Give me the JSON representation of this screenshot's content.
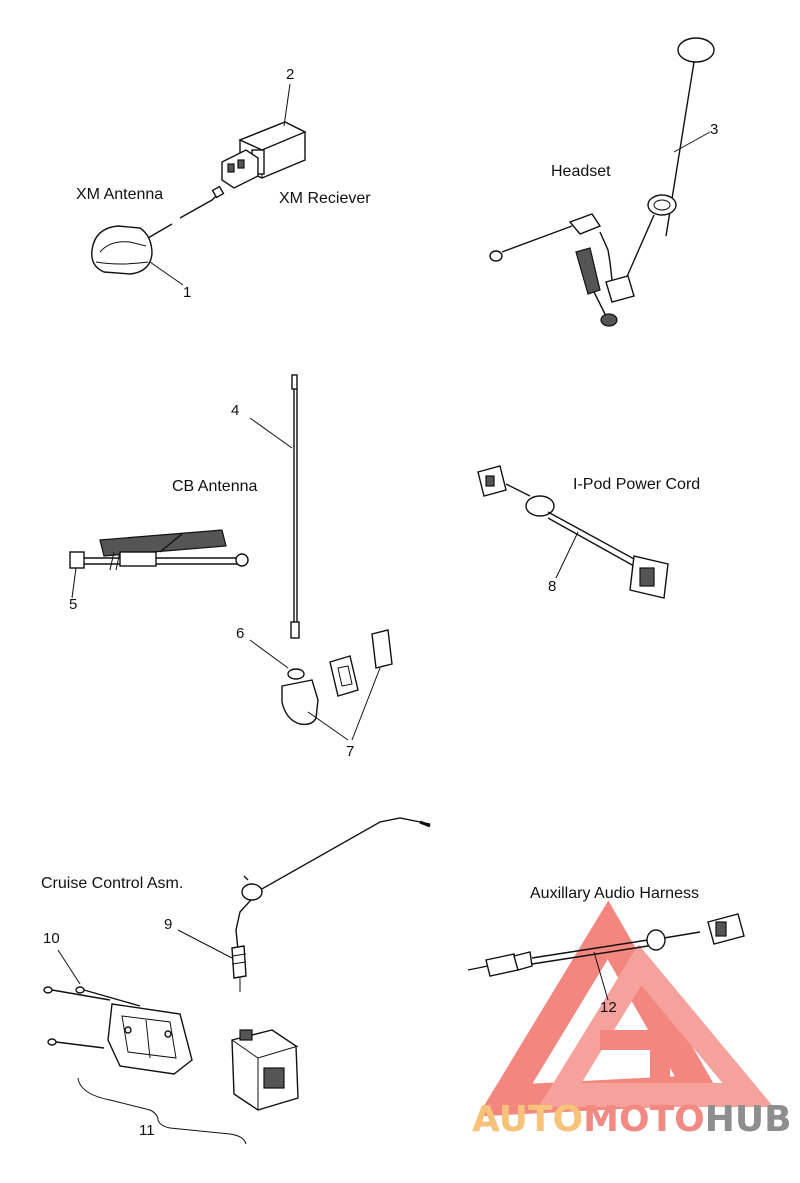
{
  "labels": {
    "xm_antenna": "XM Antenna",
    "xm_receiver": "XM Reciever",
    "headset": "Headset",
    "cb_antenna": "CB Antenna",
    "ipod_power_cord": "I-Pod Power Cord",
    "cruise_control": "Cruise Control Asm.",
    "aux_audio": "Auxillary Audio Harness"
  },
  "callouts": {
    "n1": "1",
    "n2": "2",
    "n3": "3",
    "n4": "4",
    "n5": "5",
    "n6": "6",
    "n7": "7",
    "n8": "8",
    "n9": "9",
    "n10": "10",
    "n11": "11",
    "n12": "12"
  },
  "watermark": {
    "part1": "AUTO",
    "part2": "MOTO",
    "part3": "HUB",
    "colors": {
      "auto": "#f7c27a",
      "moto": "#f08a82",
      "hub": "#8e8e8e",
      "logo": "#ef5f55"
    }
  }
}
